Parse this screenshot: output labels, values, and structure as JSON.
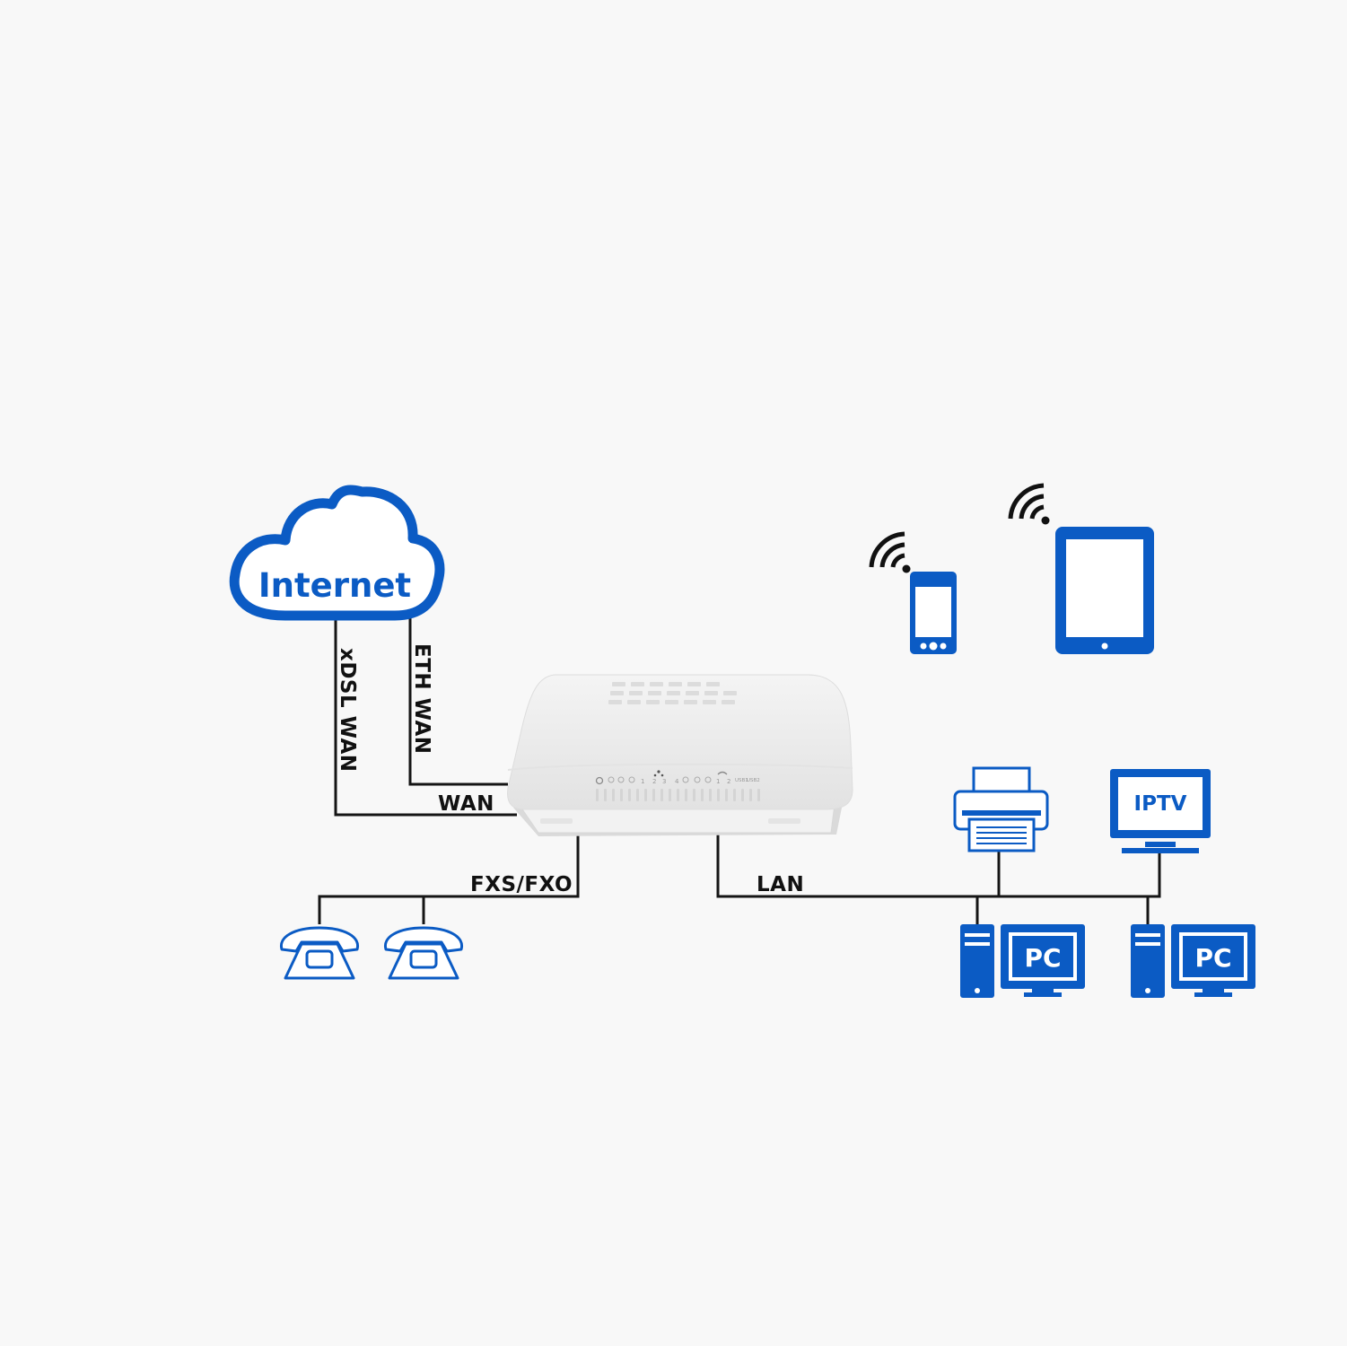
{
  "diagram": {
    "cloud": {
      "label": "Internet"
    },
    "links": {
      "xdsl_wan": "xDSL WAN",
      "eth_wan": "ETH WAN",
      "wan": "WAN",
      "fxs_fxo": "FXS/FXO",
      "lan": "LAN"
    },
    "devices": {
      "iptv": "IPTV",
      "pc_1": "PC",
      "pc_2": "PC"
    },
    "router_panel": {
      "port_numbers": [
        "1",
        "2",
        "3",
        "4"
      ],
      "phone_numbers": [
        "1",
        "2"
      ],
      "usb_labels": [
        "USB1",
        "USB2"
      ]
    },
    "colors": {
      "accent": "#0b5bc4",
      "wire": "#151515",
      "background": "#f8f8f8",
      "router_body": "#eeeeee"
    },
    "icons": [
      "cloud-icon",
      "router-icon",
      "phone-icon",
      "smartphone-icon",
      "tablet-icon",
      "wifi-icon",
      "printer-icon",
      "tv-icon",
      "desktop-pc-icon"
    ]
  }
}
